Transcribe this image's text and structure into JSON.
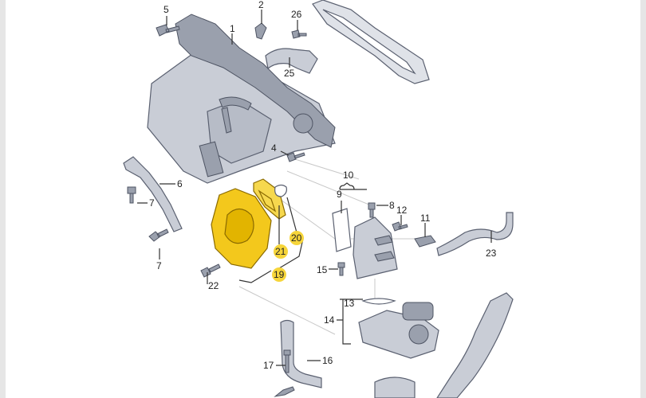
{
  "diagram": {
    "highlight_color": "#f3c81c",
    "callouts": {
      "p1": "1",
      "p2": "2",
      "p4": "4",
      "p5": "5",
      "p6": "6",
      "p7a": "7",
      "p7b": "7",
      "p8": "8",
      "p9": "9",
      "p10": "10",
      "p11": "11",
      "p12": "12",
      "p13": "13",
      "p14": "14",
      "p15": "15",
      "p16": "16",
      "p17": "17",
      "p19": "19",
      "p20": "20",
      "p21": "21",
      "p22": "22",
      "p23": "23",
      "p25": "25",
      "p26": "26"
    }
  }
}
